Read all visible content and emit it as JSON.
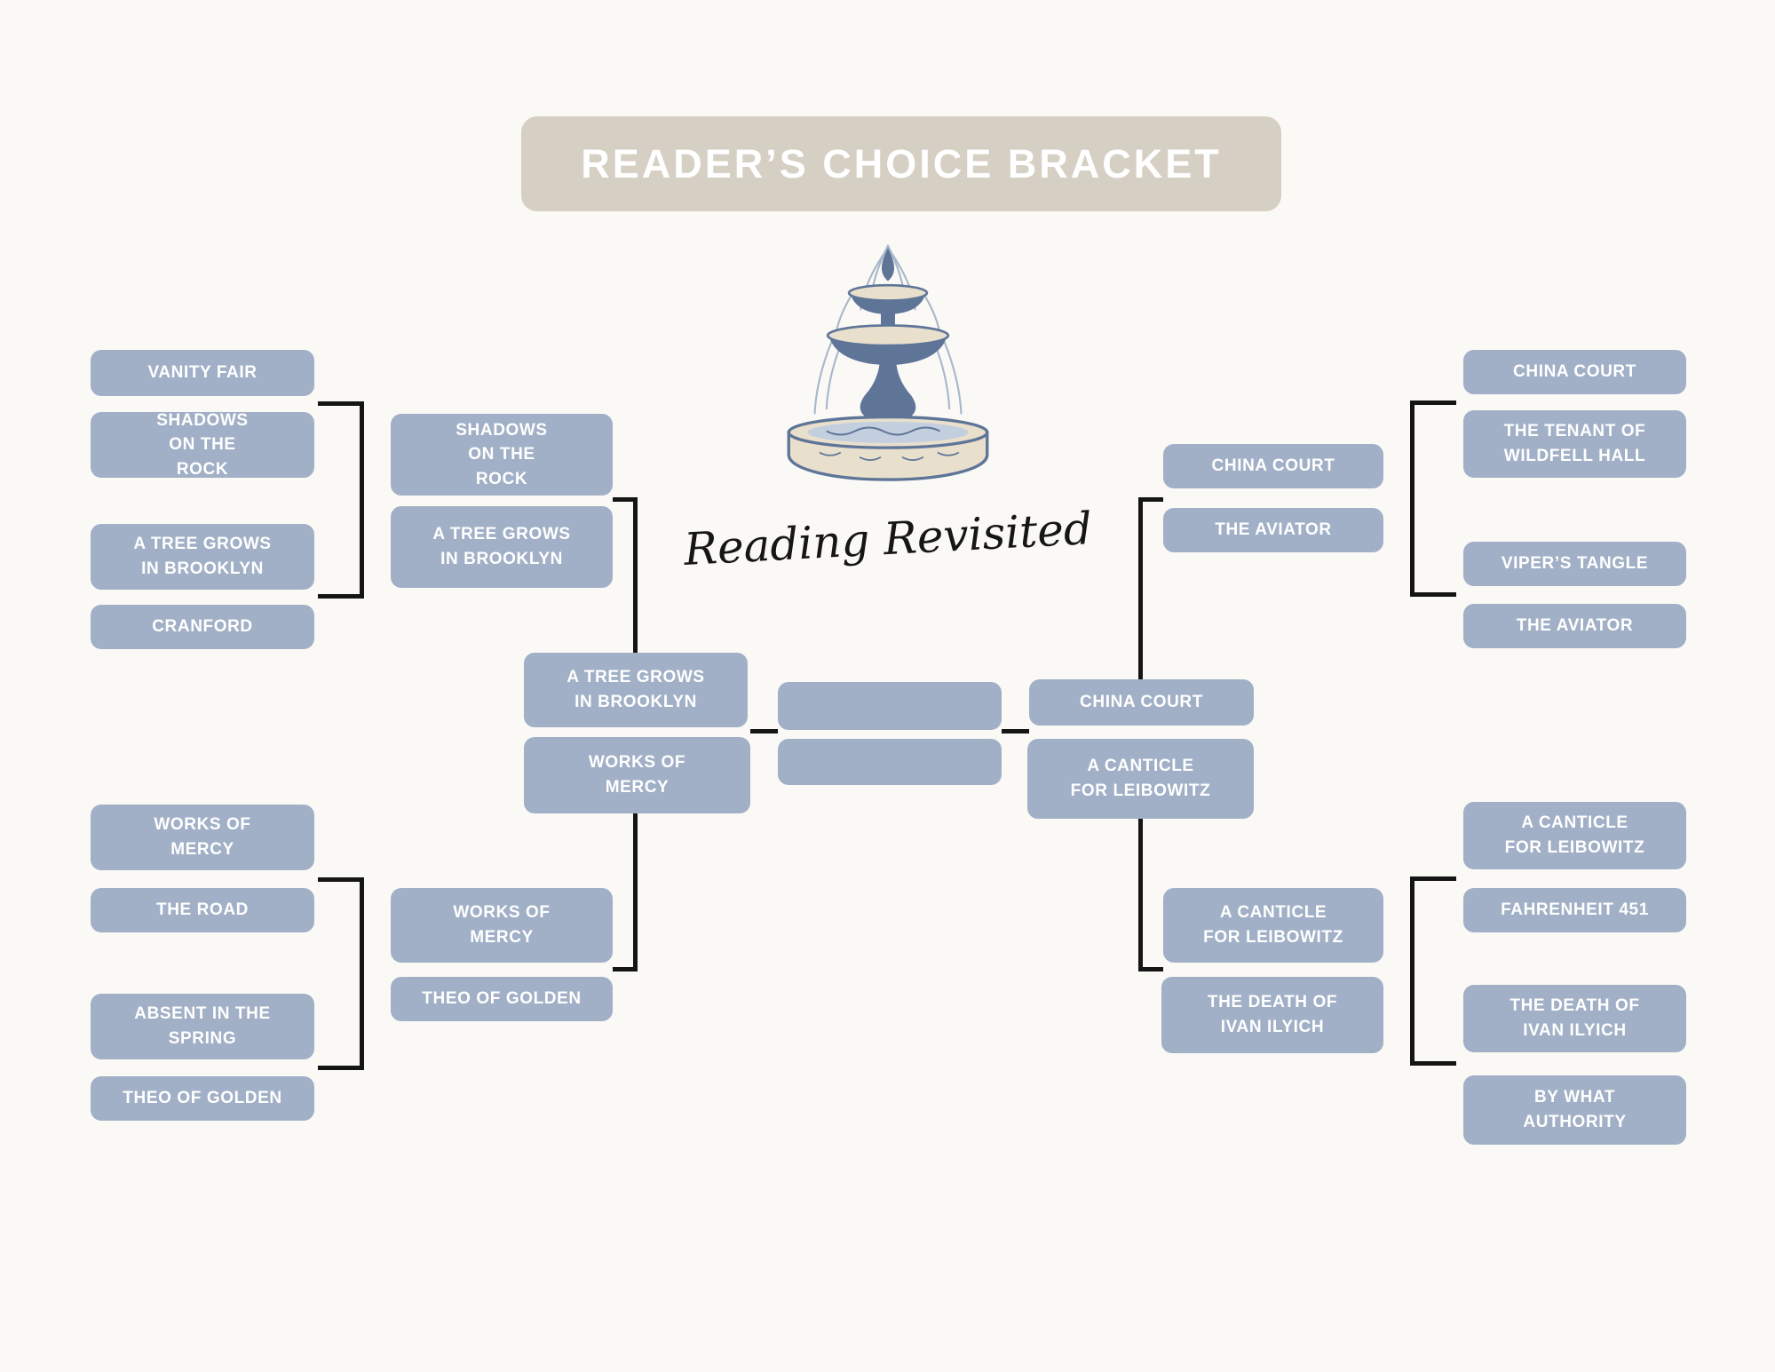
{
  "title": "READER’S CHOICE BRACKET",
  "branding": {
    "logo_icon": "fountain-icon",
    "logo_text": "Reading Revisited"
  },
  "colors": {
    "background": "#fbf9f6",
    "box": "#a1b0c6",
    "header_pill": "#d6cfc4",
    "box_text": "#ffffff",
    "connector": "#151515"
  },
  "bracket": {
    "left": {
      "quarterfinals_top": [
        "VANITY FAIR",
        "SHADOWS ON THE ROCK",
        "A TREE GROWS IN BROOKLYN",
        "CRANFORD"
      ],
      "semifinals_top": [
        "SHADOWS ON THE ROCK",
        "A TREE GROWS IN BROOKLYN"
      ],
      "quarterfinals_bottom": [
        "WORKS OF MERCY",
        "THE ROAD",
        "ABSENT IN THE SPRING",
        "THEO OF GOLDEN"
      ],
      "semifinals_bottom": [
        "WORKS OF MERCY",
        "THEO OF GOLDEN"
      ],
      "final": [
        "A TREE GROWS IN BROOKLYN",
        "WORKS OF MERCY"
      ]
    },
    "championship": [
      "",
      ""
    ],
    "right": {
      "final": [
        "CHINA COURT",
        "A CANTICLE FOR LEIBOWITZ"
      ],
      "semifinals_top": [
        "CHINA COURT",
        "THE AVIATOR"
      ],
      "quarterfinals_top": [
        "CHINA COURT",
        "THE TENANT OF WILDFELL HALL",
        "VIPER’S TANGLE",
        "THE AVIATOR"
      ],
      "semifinals_bottom": [
        "A CANTICLE FOR LEIBOWITZ",
        "THE DEATH OF IVAN ILYICH"
      ],
      "quarterfinals_bottom": [
        "A CANTICLE FOR LEIBOWITZ",
        "FAHRENHEIT 451",
        "THE DEATH OF IVAN ILYICH",
        "BY WHAT AUTHORITY"
      ]
    }
  }
}
